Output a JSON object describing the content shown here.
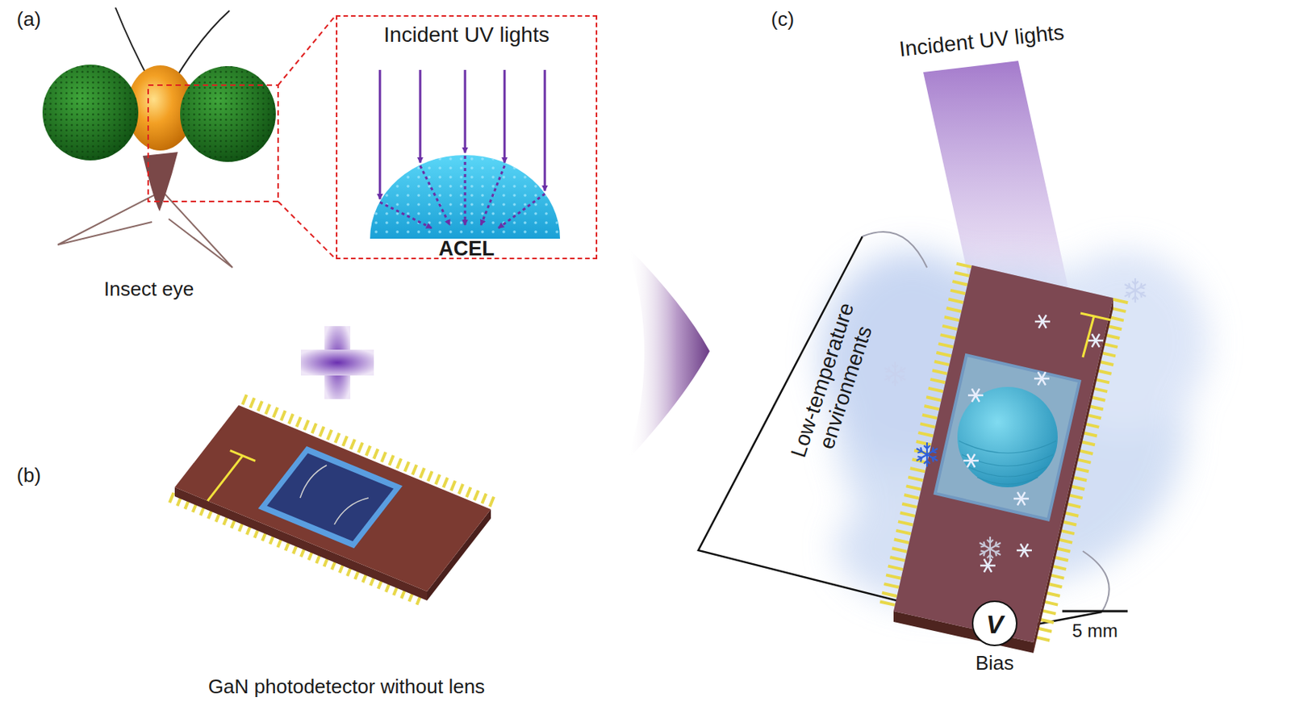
{
  "diagram": {
    "nodes": [
      {
        "text": [
          "Incident UV lights",
          "ACEL"
        ]
      },
      {
        "text": [
          "V",
          "Bias"
        ]
      }
    ],
    "labels": [
      "(a)",
      "Insect eye",
      "(b)",
      "GaN photodetector without lens",
      "(c)",
      "Incident UV lights",
      "Low-temperature environments",
      "5 mm"
    ]
  }
}
